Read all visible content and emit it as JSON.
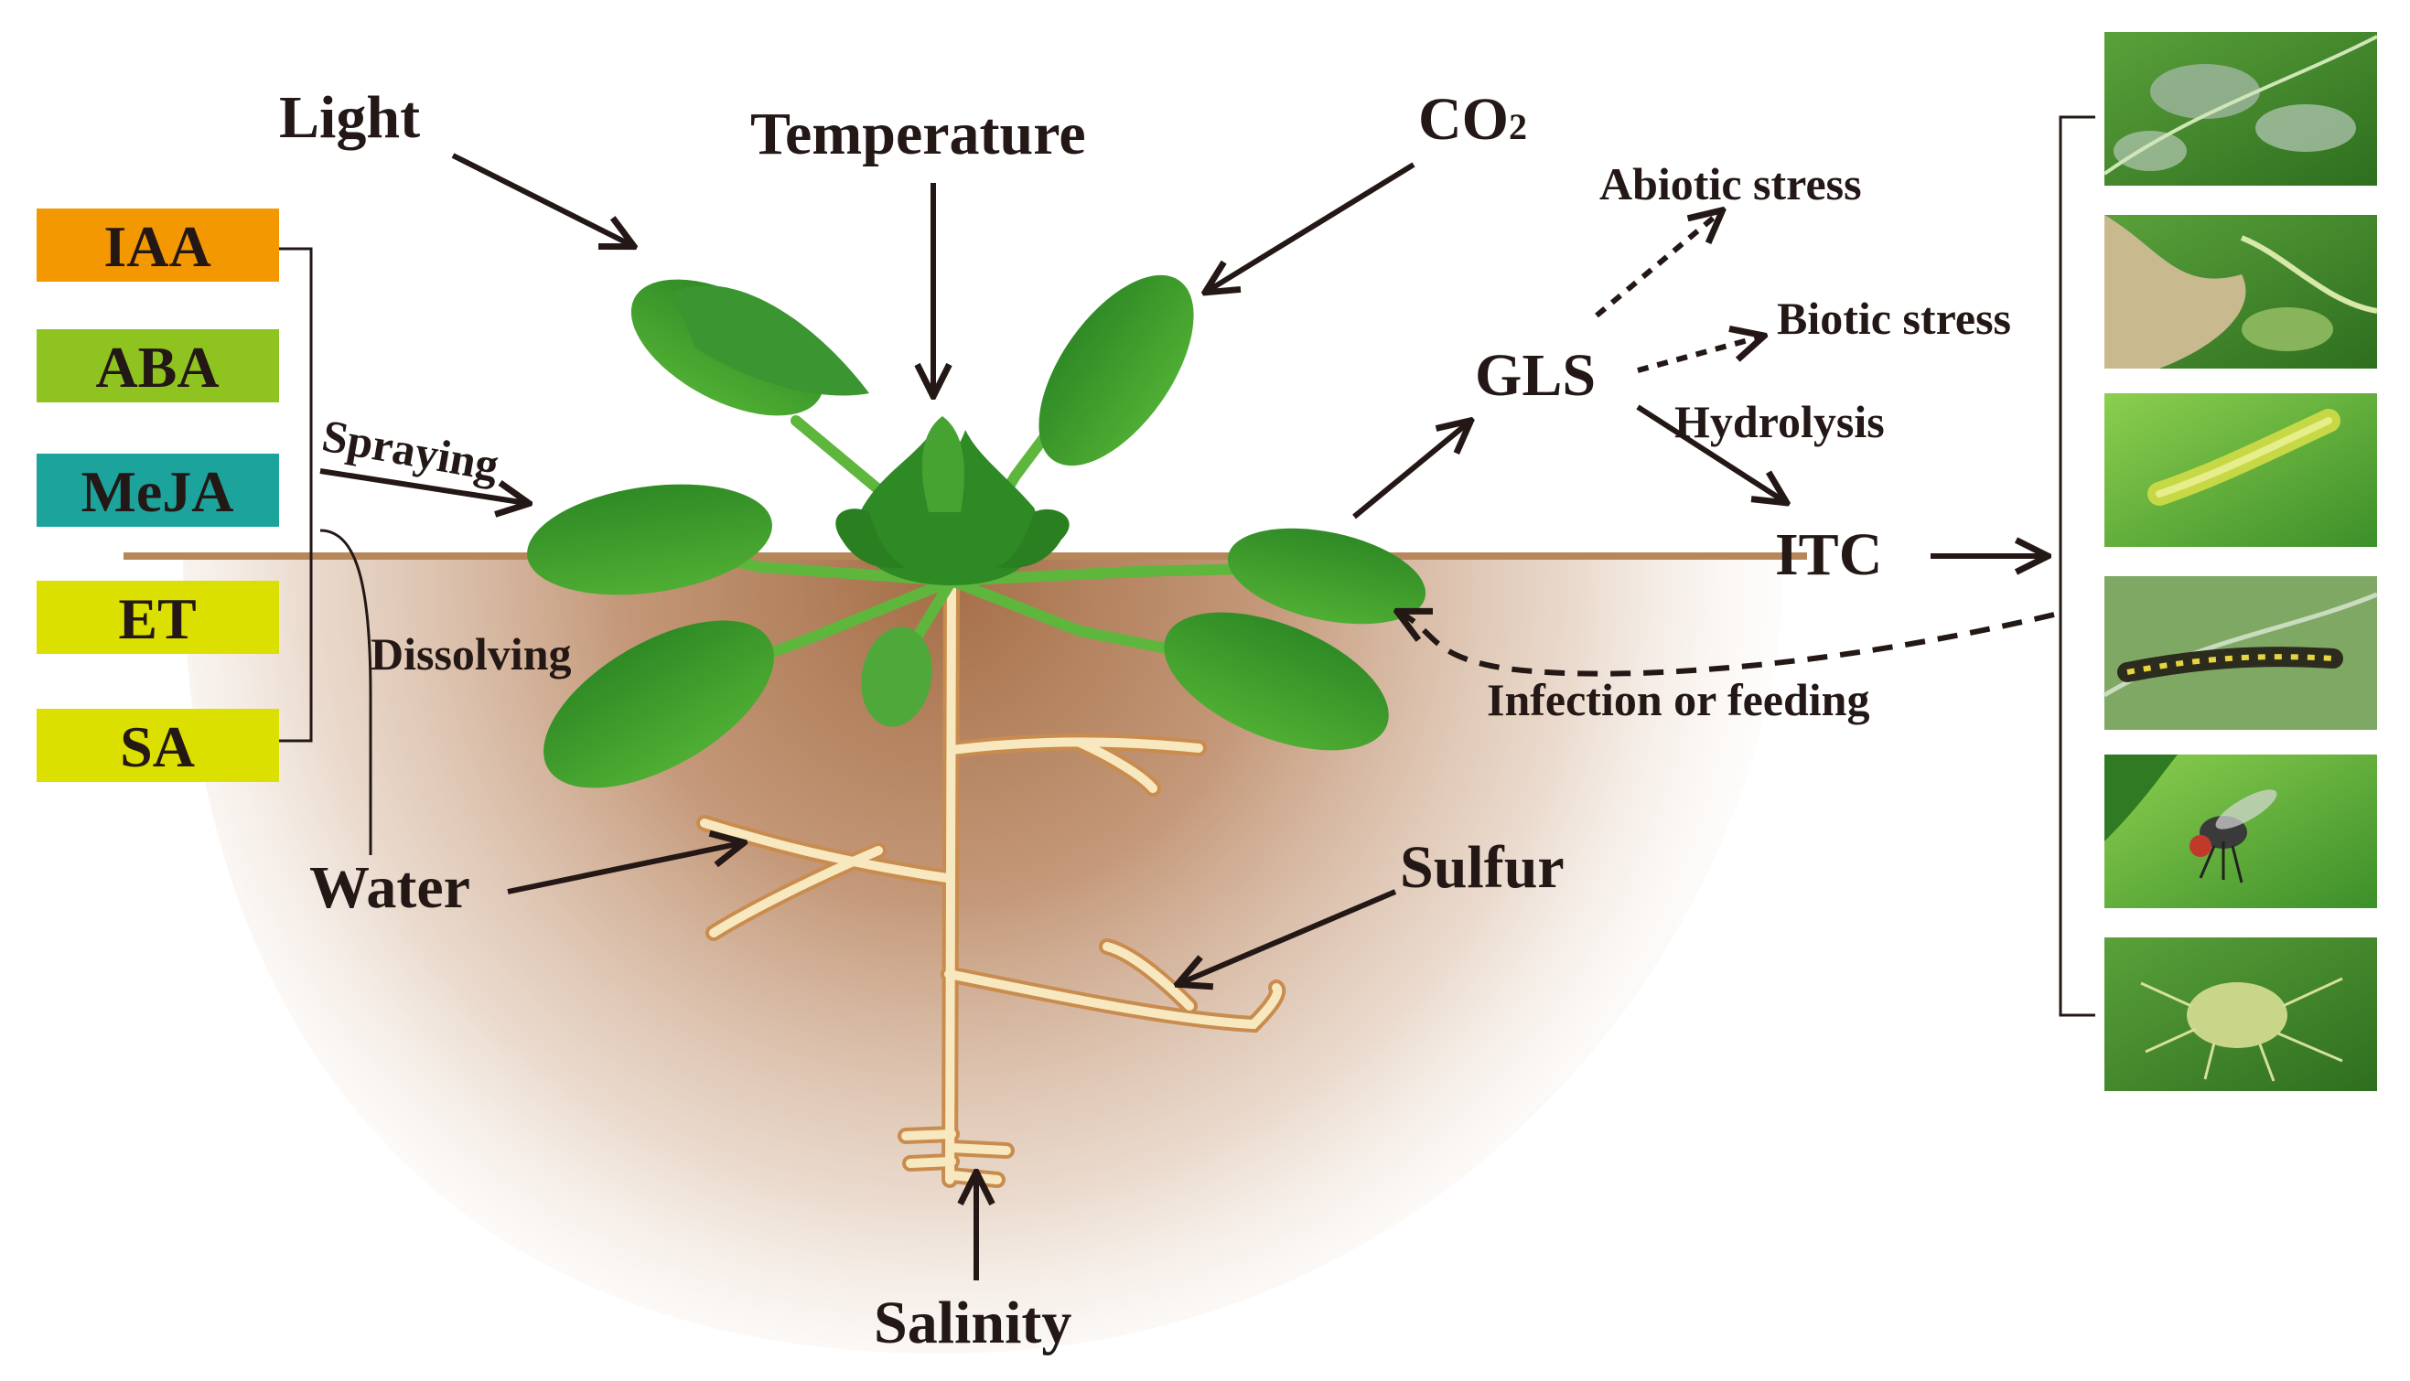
{
  "hormones": [
    {
      "label": "IAA",
      "color": "#f39800"
    },
    {
      "label": "ABA",
      "color": "#8fc31f"
    },
    {
      "label": "MeJA",
      "color": "#1ba39c"
    },
    {
      "label": "ET",
      "color": "#dbe000"
    },
    {
      "label": "SA",
      "color": "#dbe000"
    }
  ],
  "labels": {
    "light": "Light",
    "temperature": "Temperature",
    "co2_main": "CO",
    "co2_sub": "2",
    "spraying": "Spraying",
    "dissolving": "Dissolving",
    "water": "Water",
    "sulfur": "Sulfur",
    "salinity": "Salinity",
    "gls": "GLS",
    "itc": "ITC",
    "abiotic": "Abiotic stress",
    "biotic": "Biotic stress",
    "hydrolysis": "Hydrolysis",
    "infection": "Infection or feeding"
  },
  "photos": [
    {
      "name": "leaf-spot-disease-photo"
    },
    {
      "name": "leaf-blight-disease-photo"
    },
    {
      "name": "green-caterpillar-photo"
    },
    {
      "name": "striped-caterpillar-photo"
    },
    {
      "name": "fly-photo"
    },
    {
      "name": "aphid-photo"
    }
  ],
  "colors": {
    "leaf": "#3f9a2c",
    "leaf_light": "#6cbd45",
    "soil": "#a8714a",
    "root": "#f5e3b3",
    "root_edge": "#c98c4e",
    "ink": "#231815"
  }
}
